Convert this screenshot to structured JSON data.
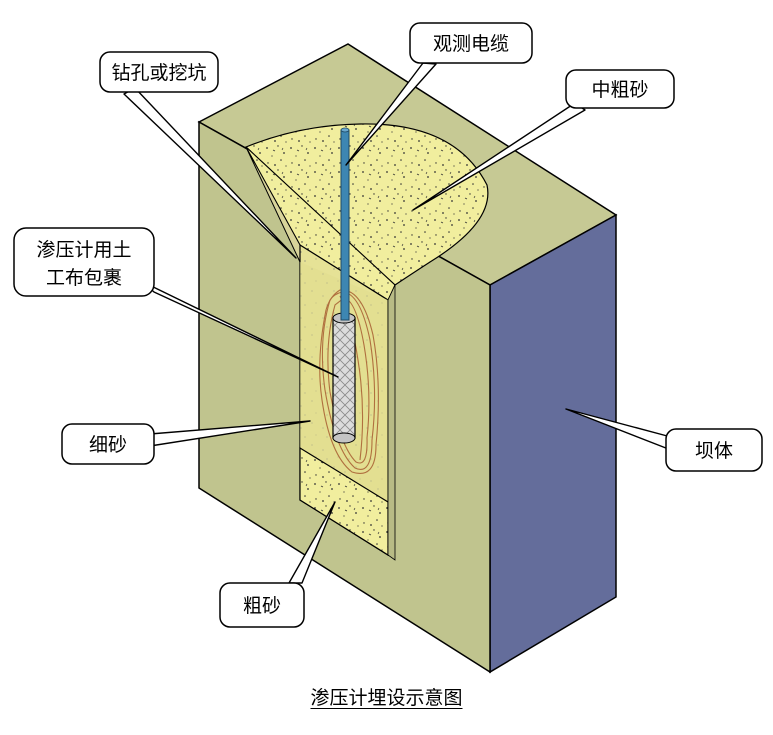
{
  "diagram": {
    "caption": "渗压计埋设示意图",
    "labels": {
      "borehole": "钻孔或挖坑",
      "cable": "观测电缆",
      "medium_coarse_sand": "中粗砂",
      "wrap_line1": "渗压计用土",
      "wrap_line2": "工布包裹",
      "fine_sand": "细砂",
      "coarse_sand": "粗砂",
      "dam_body": "坝体"
    },
    "colors": {
      "dam_front": "#c0c48e",
      "dam_top": "#c6c994",
      "dam_side": "#646d9b",
      "sand_fill": "#f1ee9e",
      "pit_fill": "#e2de8e",
      "cable": "#3d86b2",
      "piezometer": "#d4d4d4",
      "wrap": "#b0703f"
    }
  }
}
